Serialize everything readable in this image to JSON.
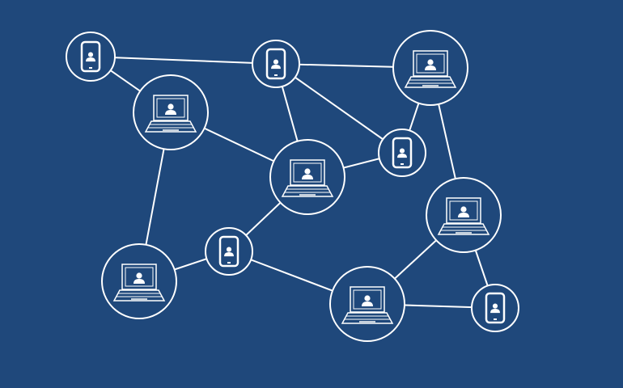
{
  "colors": {
    "background": "#1f487b",
    "stroke": "#ffffff",
    "node_fill": "#1f487b"
  },
  "nodes": [
    {
      "id": "n1",
      "type": "phone"
    },
    {
      "id": "n2",
      "type": "phone"
    },
    {
      "id": "n3",
      "type": "laptop"
    },
    {
      "id": "n4",
      "type": "laptop"
    },
    {
      "id": "n5",
      "type": "phone"
    },
    {
      "id": "n6",
      "type": "laptop"
    },
    {
      "id": "n7",
      "type": "laptop"
    },
    {
      "id": "n8",
      "type": "phone"
    },
    {
      "id": "n9",
      "type": "laptop"
    },
    {
      "id": "n10",
      "type": "laptop"
    },
    {
      "id": "n11",
      "type": "phone"
    }
  ],
  "edges": [
    [
      "n1",
      "n2"
    ],
    [
      "n1",
      "n4"
    ],
    [
      "n2",
      "n3"
    ],
    [
      "n2",
      "n6"
    ],
    [
      "n2",
      "n5"
    ],
    [
      "n3",
      "n5"
    ],
    [
      "n3",
      "n7"
    ],
    [
      "n4",
      "n6"
    ],
    [
      "n4",
      "n9"
    ],
    [
      "n6",
      "n5"
    ],
    [
      "n6",
      "n8"
    ],
    [
      "n8",
      "n9"
    ],
    [
      "n8",
      "n10"
    ],
    [
      "n10",
      "n7"
    ],
    [
      "n10",
      "n11"
    ],
    [
      "n7",
      "n11"
    ]
  ]
}
